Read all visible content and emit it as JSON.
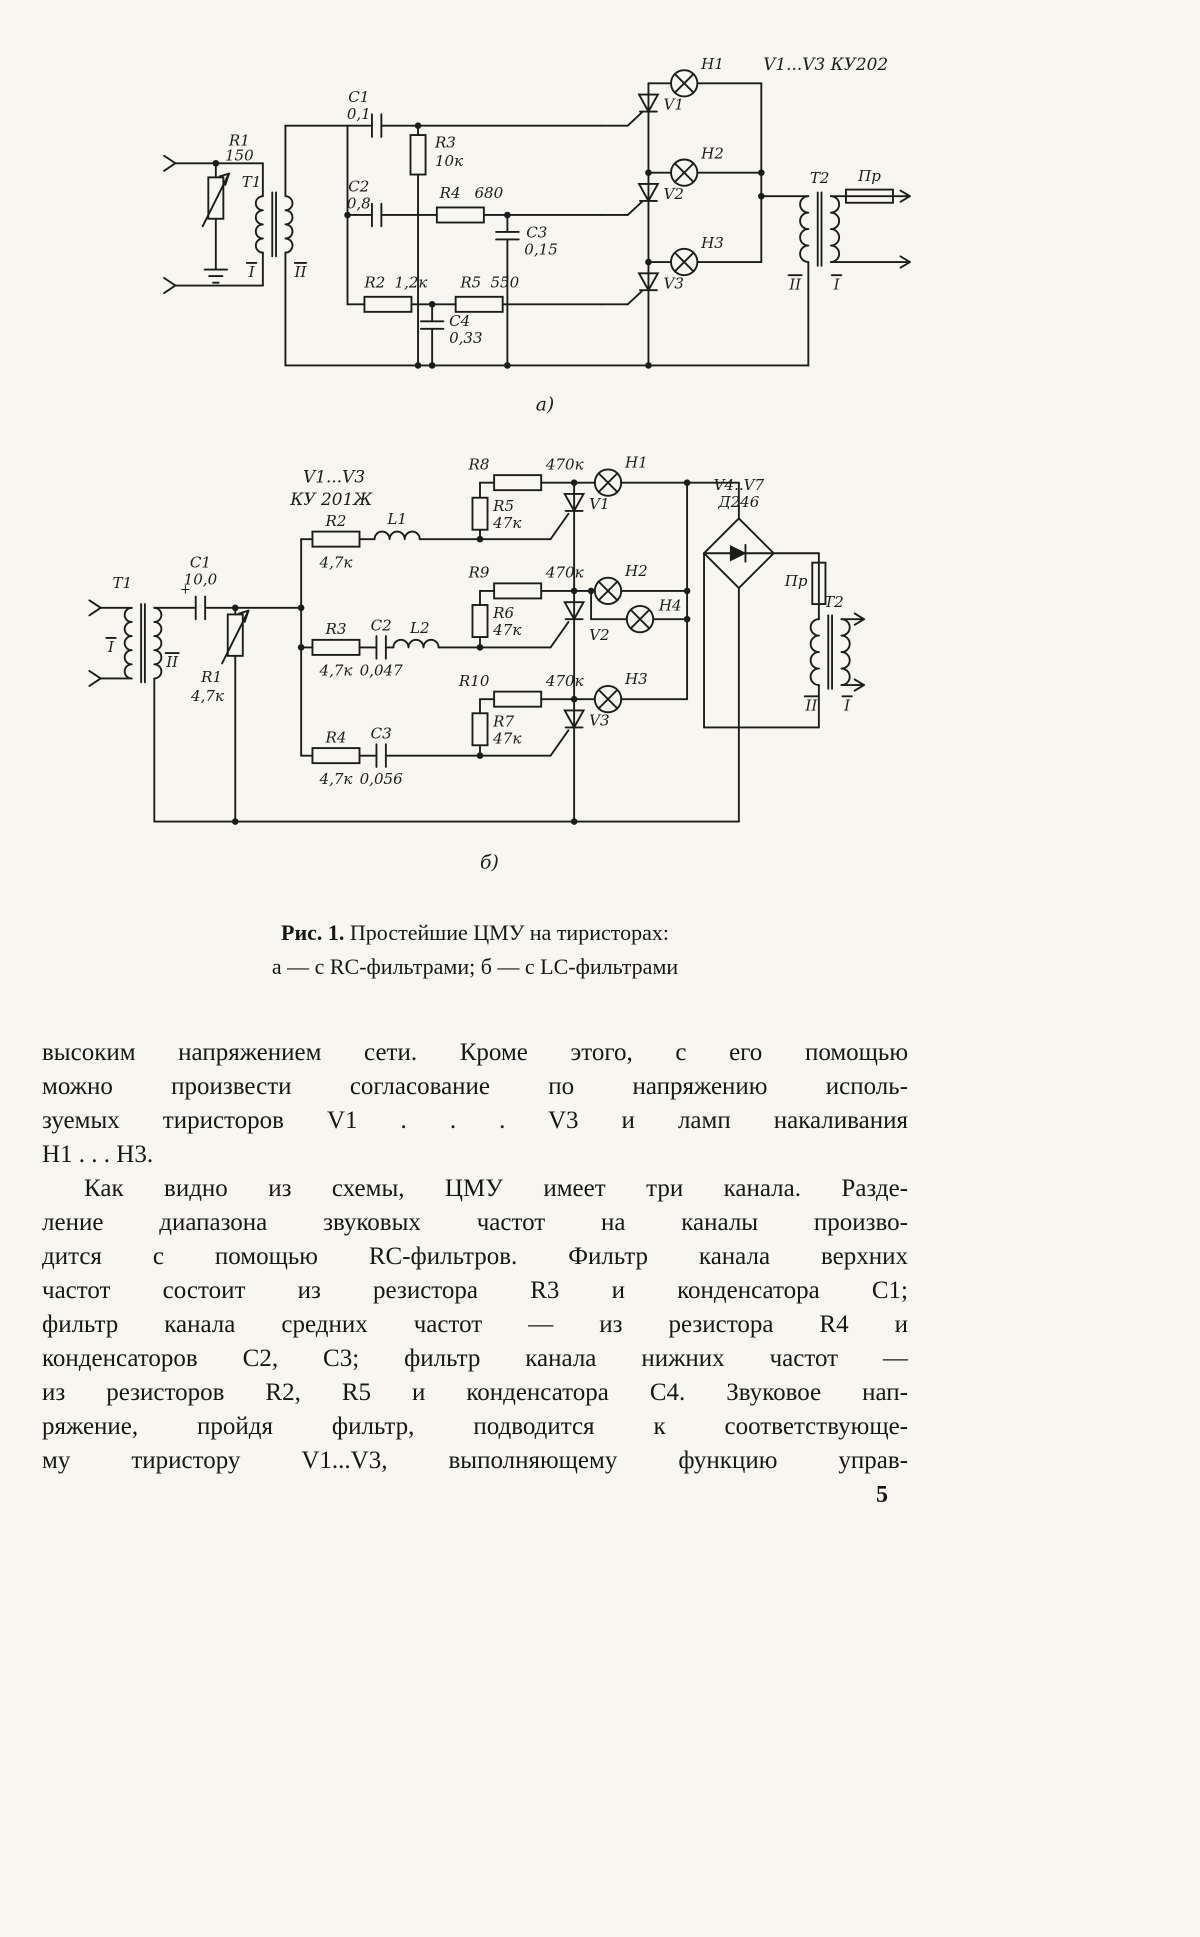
{
  "page": {
    "number": "5"
  },
  "caption": {
    "prefix": "Рис. 1.",
    "title": "Простейшие ЦМУ на тиристорах:",
    "line2": "а — с RC-фильтрами; б — с LC-фильтрами"
  },
  "schematic_a": {
    "type_label": "V1...V3 КУ202",
    "t1": "T1",
    "t1_i": "I",
    "t1_ii": "II",
    "r1": "R1",
    "r1_val": "150",
    "c1": "C1",
    "c1_val": "0,1",
    "r3": "R3",
    "r3_val": "10к",
    "c2": "C2",
    "c2_val": "0,8",
    "r4": "R4",
    "r4_val": "680",
    "c3": "C3",
    "c3_val": "0,15",
    "r2": "R2",
    "r2_val": "1,2к",
    "r5": "R5",
    "r5_val": "550",
    "c4": "C4",
    "c4_val": "0,33",
    "v1": "V1",
    "v2": "V2",
    "v3": "V3",
    "h1": "H1",
    "h2": "H2",
    "h3": "H3",
    "t2": "T2",
    "t2_ii": "II",
    "t2_i": "I",
    "fuse": "Пр",
    "sub_label": "а)"
  },
  "schematic_b": {
    "type_label_1": "V1...V3",
    "type_label_2": "КУ 201Ж",
    "t1": "T1",
    "t1_i": "I",
    "t1_ii": "II",
    "c1": "C1",
    "c1_val": "10,0",
    "plus": "+",
    "r1": "R1",
    "r1_val": "4,7к",
    "r2": "R2",
    "r2_val": "4,7к",
    "l1": "L1",
    "r8": "R8",
    "r8_val": "470к",
    "r5": "R5",
    "r5_val": "47к",
    "r9": "R9",
    "r9_val": "470к",
    "r6": "R6",
    "r6_val": "47к",
    "r10": "R10",
    "r10_val": "470к",
    "r7": "R7",
    "r7_val": "47к",
    "r3": "R3",
    "r3_val": "4,7к",
    "c2": "C2",
    "c2_val": "0,047",
    "l2": "L2",
    "r4": "R4",
    "r4_val": "4,7к",
    "c3": "C3",
    "c3_val": "0,056",
    "v1": "V1",
    "v2": "V2",
    "v3": "V3",
    "h1": "H1",
    "h2": "H2",
    "h3": "H3",
    "h4": "H4",
    "bridge_label_1": "V4..V7",
    "bridge_label_2": "Д246",
    "fuse": "Пр",
    "t2": "T2",
    "t2_ii": "II",
    "t2_i": "I",
    "sub_label": "б)"
  },
  "body": {
    "paragraphs": [
      {
        "indent": false,
        "last_line_short": true,
        "lines": [
          "высоким напряжением сети. Кроме этого, с его помощью",
          "можно произвести согласование по напряжению исполь-",
          "зуемых тиристоров V1 . . . V3 и ламп накаливания",
          "H1 . . . H3."
        ]
      },
      {
        "indent": true,
        "last_line_short": false,
        "lines": [
          "Как видно из схемы, ЦМУ имеет три канала. Разде-",
          "ление диапазона звуковых частот на каналы произво-",
          "дится с помощью RC-фильтров. Фильтр канала верхних",
          "частот состоит из резистора R3 и конденсатора C1;",
          "фильтр канала средних частот — из резистора R4 и",
          "конденсаторов C2, C3; фильтр канала нижних частот —",
          "из резисторов R2, R5 и конденсатора C4. Звуковое нап-",
          "ряжение, пройдя фильтр, подводится к соответствующе-",
          "му тиристору V1...V3, выполняющему функцию управ-"
        ]
      }
    ]
  }
}
